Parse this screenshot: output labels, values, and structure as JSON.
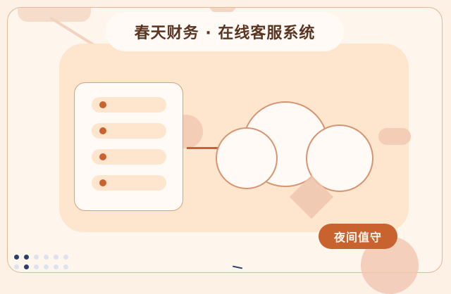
{
  "header": {
    "title": "春天财务 · 在线客服系统"
  },
  "badge": {
    "label": "夜间值守"
  },
  "colors": {
    "background": "#fdf1e6",
    "panel": "#fde6cd",
    "accent": "#c8622f",
    "title_text": "#5a3522",
    "dot_dark": "#2c3f67"
  },
  "list": {
    "items": 4
  },
  "icons": [
    "cloud-icon",
    "list-card-icon"
  ]
}
